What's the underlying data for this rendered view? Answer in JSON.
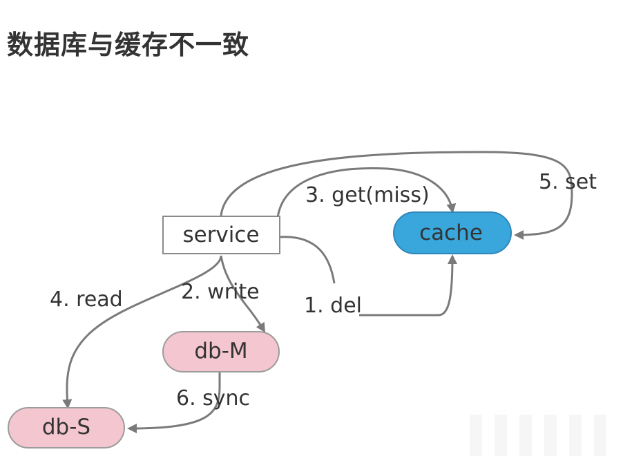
{
  "page": {
    "title": "数据库与缓存不一致"
  },
  "nodes": {
    "service": "service",
    "cache": "cache",
    "db_m": "db-M",
    "db_s": "db-S"
  },
  "edges": {
    "del": "1. del",
    "write": "2. write",
    "get_miss": "3. get(miss)",
    "read": "4. read",
    "set": "5. set",
    "sync": "6. sync"
  },
  "colors": {
    "service_fill": "#ffffff",
    "service_stroke": "#8a8a8a",
    "cache_fill": "#39a7db",
    "cache_stroke": "#2f86bb",
    "cache_text": "#2c3f52",
    "db_fill": "#f3c6d0",
    "db_stroke": "#9c9c9c",
    "edge": "#7a7a7a"
  }
}
